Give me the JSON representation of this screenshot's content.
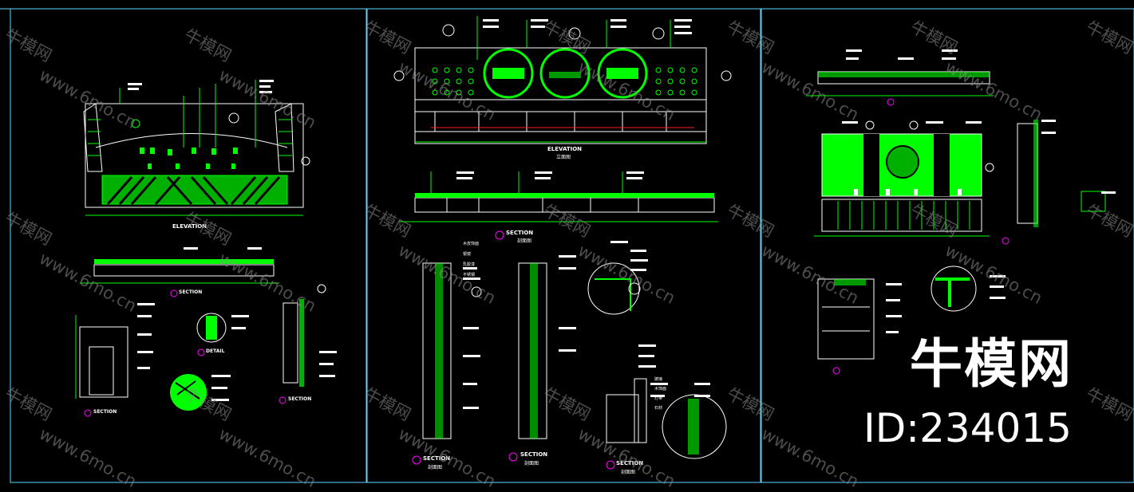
{
  "sheet1": {
    "elevation_title": "ELEVATION",
    "section_title": "SECTION",
    "detail_title": "DETAIL",
    "section_title_2": "SECTION",
    "section_title_3": "SECTION"
  },
  "sheet2": {
    "elevation_title": "ELEVATION",
    "elevation_sub": "立面图",
    "section_title": "SECTION",
    "section_sub": "剖面图",
    "section_a_title": "SECTION",
    "section_a_sub": "剖面图",
    "section_b_title": "SECTION",
    "section_b_sub": "剖面图",
    "section_c_title": "SECTION",
    "section_c_sub": "剖面图",
    "callouts": [
      "木皮饰面",
      "银镜",
      "乳胶漆",
      "不锈钢",
      "玻璃",
      "木饰面",
      "灯带",
      "石材"
    ]
  },
  "sheet3": {
    "title": "",
    "section_title": ""
  },
  "watermark": {
    "brand": "牛模网",
    "id": "ID:234015",
    "site_cn": "牛模网",
    "site_url": "www.6mo.cn"
  },
  "colors": {
    "green": "#00ff00",
    "bright_green": "#33ff33",
    "white": "#ffffff",
    "cyan": "#5fd7ff",
    "magenta": "#ff00ff",
    "red": "#ff2020"
  }
}
